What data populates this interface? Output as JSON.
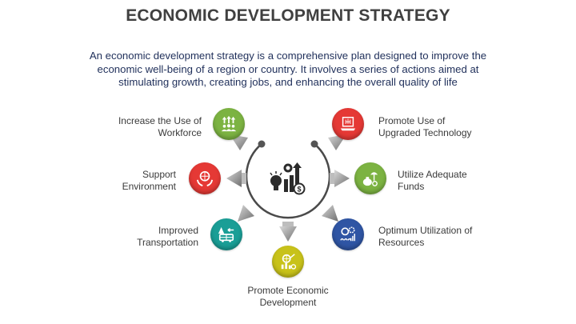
{
  "title": "ECONOMIC DEVELOPMENT STRATEGY",
  "subtitle": "An economic development strategy is a comprehensive plan designed to improve the economic well-being of a region or country. It involves a series of actions aimed at stimulating growth, creating jobs, and enhancing the overall quality of life",
  "center": {
    "icon": "idea-growth-chart-icon",
    "color": "#2b2b2b"
  },
  "nodes": [
    {
      "label_line1": "Increase the Use of",
      "label_line2": "Workforce",
      "icon": "workforce-growth-icon",
      "color": "#7cb342"
    },
    {
      "label_line1": "Support",
      "label_line2": "Environment",
      "icon": "hands-globe-icon",
      "color": "#e53935"
    },
    {
      "label_line1": "Improved",
      "label_line2": "Transportation",
      "icon": "bus-transport-icon",
      "color": "#1a9e96"
    },
    {
      "label_line1": "Promote Economic",
      "label_line2": "Development",
      "icon": "globe-growth-icon",
      "color": "#c8c21a"
    },
    {
      "label_line1": "Optimum Utilization of",
      "label_line2": "Resources",
      "icon": "resources-gear-icon",
      "color": "#2f55a4"
    },
    {
      "label_line1": "Utilize Adequate",
      "label_line2": "Funds",
      "icon": "money-bag-umbrella-icon",
      "color": "#7cb342"
    },
    {
      "label_line1": "Promote Use of",
      "label_line2": "Upgraded Technology",
      "icon": "technology-laptop-icon",
      "color": "#e53935"
    }
  ]
}
